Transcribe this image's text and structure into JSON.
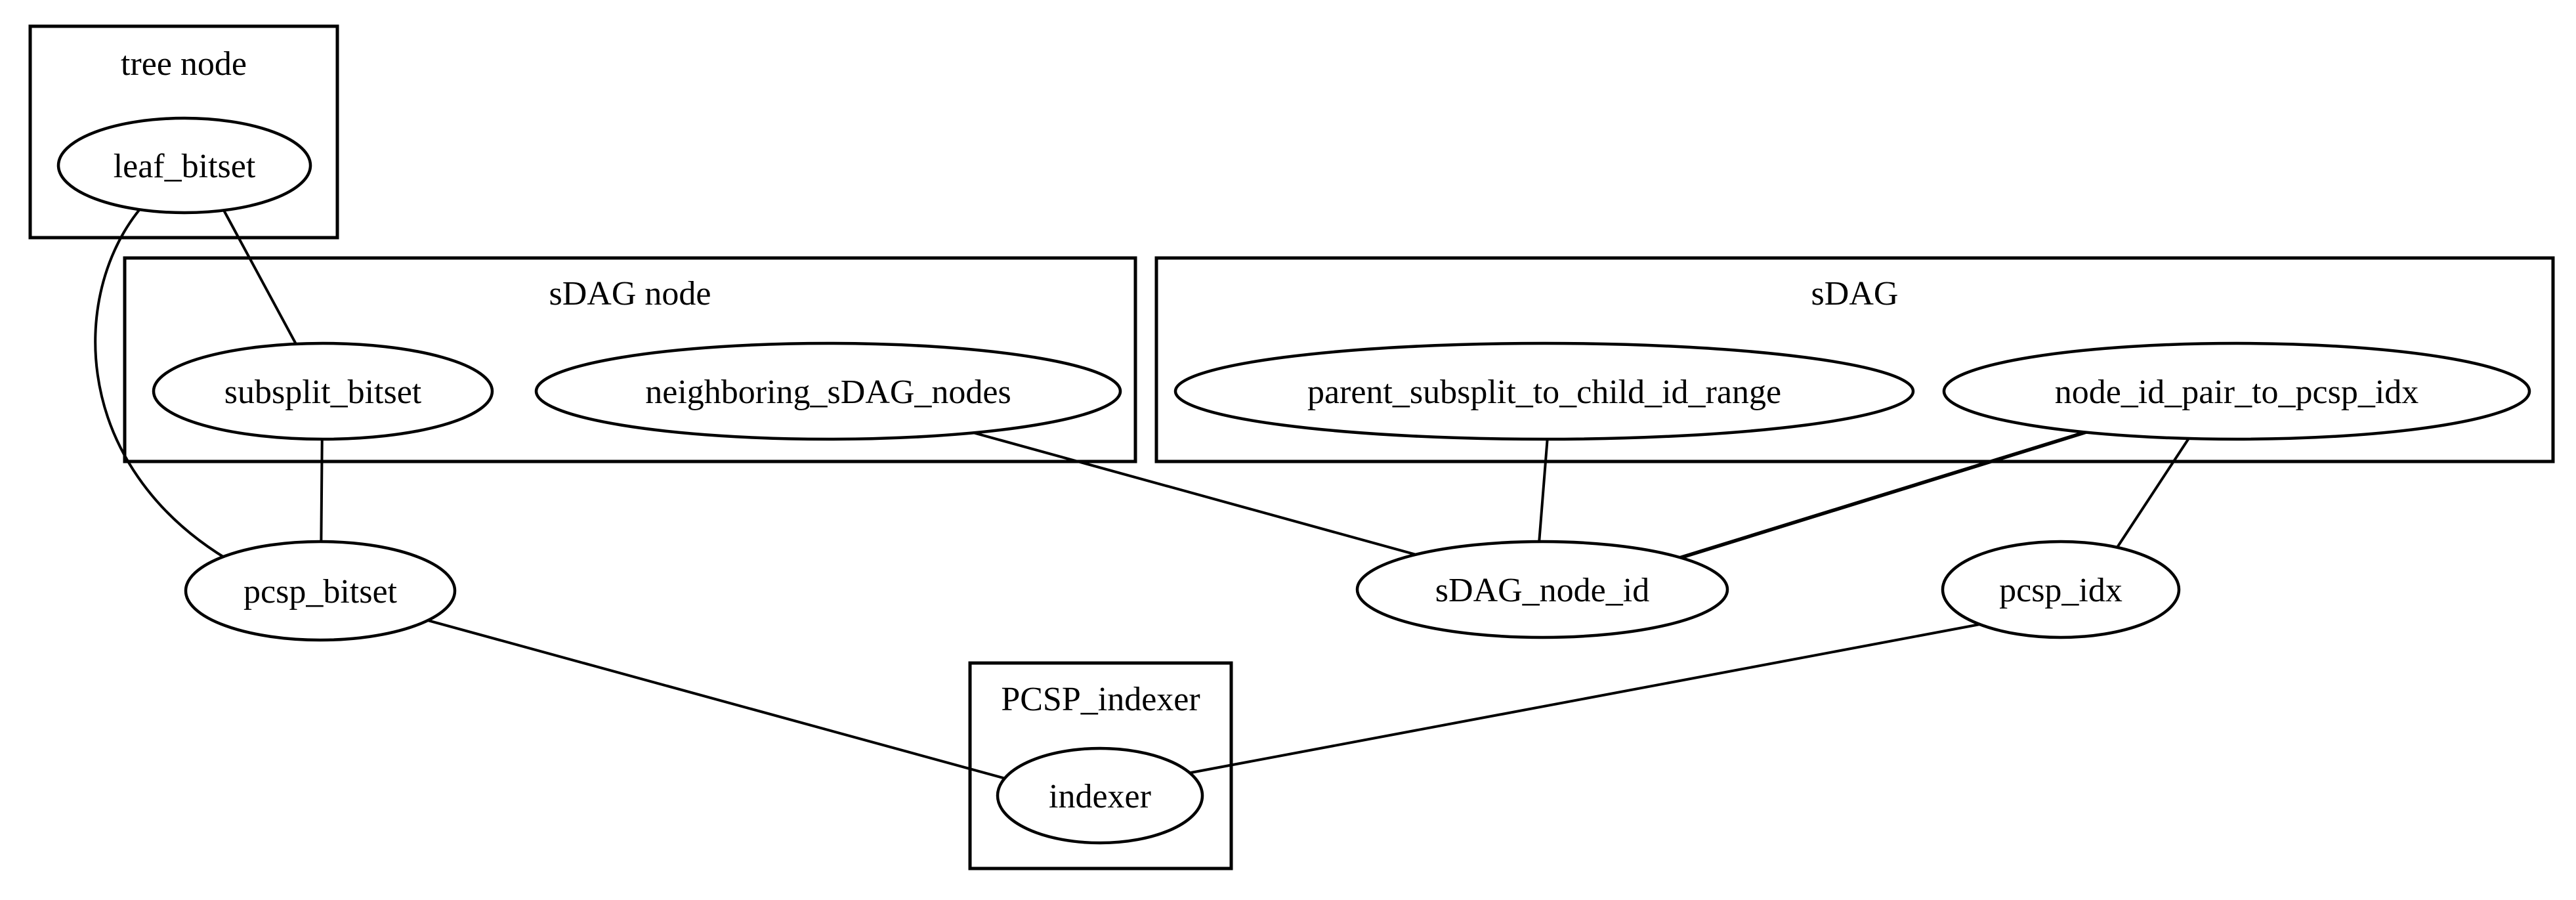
{
  "diagram": {
    "background_color": "#ffffff",
    "line_color": "#000000",
    "text_color": "#000000",
    "clusters": [
      {
        "id": "tree-node",
        "label": "tree node"
      },
      {
        "id": "sdag-node",
        "label": "sDAG node"
      },
      {
        "id": "sdag",
        "label": "sDAG"
      },
      {
        "id": "pcsp-indexer",
        "label": "PCSP_indexer"
      }
    ],
    "nodes": [
      {
        "id": "leaf-bitset",
        "label": "leaf_bitset",
        "cluster": "tree-node"
      },
      {
        "id": "subsplit-bitset",
        "label": "subsplit_bitset",
        "cluster": "sdag-node"
      },
      {
        "id": "neighboring-sdag-nodes",
        "label": "neighboring_sDAG_nodes",
        "cluster": "sdag-node"
      },
      {
        "id": "parent-subsplit-to-child-id-range",
        "label": "parent_subsplit_to_child_id_range",
        "cluster": "sdag"
      },
      {
        "id": "node-id-pair-to-pcsp-idx",
        "label": "node_id_pair_to_pcsp_idx",
        "cluster": "sdag"
      },
      {
        "id": "pcsp-bitset",
        "label": "pcsp_bitset",
        "cluster": ""
      },
      {
        "id": "sdag-node-id",
        "label": "sDAG_node_id",
        "cluster": ""
      },
      {
        "id": "pcsp-idx",
        "label": "pcsp_idx",
        "cluster": ""
      },
      {
        "id": "indexer",
        "label": "indexer",
        "cluster": "pcsp-indexer"
      }
    ],
    "edges": [
      {
        "from": "leaf_bitset",
        "to": "subsplit_bitset"
      },
      {
        "from": "leaf_bitset",
        "to": "pcsp_bitset"
      },
      {
        "from": "subsplit_bitset",
        "to": "pcsp_bitset"
      },
      {
        "from": "neighboring_sDAG_nodes",
        "to": "sDAG_node_id"
      },
      {
        "from": "parent_subsplit_to_child_id_range",
        "to": "sDAG_node_id"
      },
      {
        "from": "node_id_pair_to_pcsp_idx",
        "to": "sDAG_node_id"
      },
      {
        "from": "node_id_pair_to_pcsp_idx",
        "to": "pcsp_idx"
      },
      {
        "from": "pcsp_bitset",
        "to": "indexer"
      },
      {
        "from": "pcsp_idx",
        "to": "indexer"
      }
    ]
  }
}
